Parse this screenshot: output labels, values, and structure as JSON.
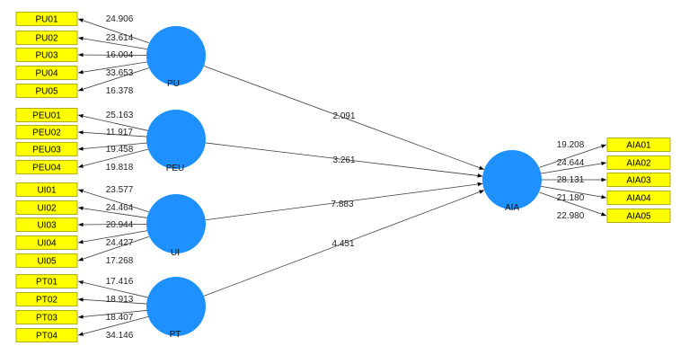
{
  "model": {
    "exogenous": [
      {
        "id": "pu",
        "label": "PU",
        "indicators": [
          {
            "name": "PU01",
            "value": "24.906"
          },
          {
            "name": "PU02",
            "value": "23.614"
          },
          {
            "name": "PU03",
            "value": "16.004"
          },
          {
            "name": "PU04",
            "value": "33.653"
          },
          {
            "name": "PU05",
            "value": "16.378"
          }
        ],
        "path_value": "2.091"
      },
      {
        "id": "peu",
        "label": "PEU",
        "indicators": [
          {
            "name": "PEU01",
            "value": "25.163"
          },
          {
            "name": "PEU02",
            "value": "11.917"
          },
          {
            "name": "PEU03",
            "value": "19.458"
          },
          {
            "name": "PEU04",
            "value": "19.818"
          }
        ],
        "path_value": "3.261"
      },
      {
        "id": "ui",
        "label": "UI",
        "indicators": [
          {
            "name": "UI01",
            "value": "23.577"
          },
          {
            "name": "UI02",
            "value": "24.464"
          },
          {
            "name": "UI03",
            "value": "20.944"
          },
          {
            "name": "UI04",
            "value": "24.427"
          },
          {
            "name": "UI05",
            "value": "17.268"
          }
        ],
        "path_value": "7.883"
      },
      {
        "id": "pt",
        "label": "PT",
        "indicators": [
          {
            "name": "PT01",
            "value": "17.416"
          },
          {
            "name": "PT02",
            "value": "18.913"
          },
          {
            "name": "PT03",
            "value": "18.407"
          },
          {
            "name": "PT04",
            "value": "34.146"
          }
        ],
        "path_value": "4.451"
      }
    ],
    "endogenous": {
      "id": "aia",
      "label": "AIA",
      "indicators": [
        {
          "name": "AIA01",
          "value": "19.208"
        },
        {
          "name": "AIA02",
          "value": "24.644"
        },
        {
          "name": "AIA03",
          "value": "28.131"
        },
        {
          "name": "AIA04",
          "value": "21.180"
        },
        {
          "name": "AIA05",
          "value": "22.980"
        }
      ]
    },
    "colors": {
      "construct_fill": "#1e90ff",
      "indicator_fill": "#ffff00",
      "indicator_border": "#9c9c00",
      "line": "#3a3a3a"
    }
  }
}
